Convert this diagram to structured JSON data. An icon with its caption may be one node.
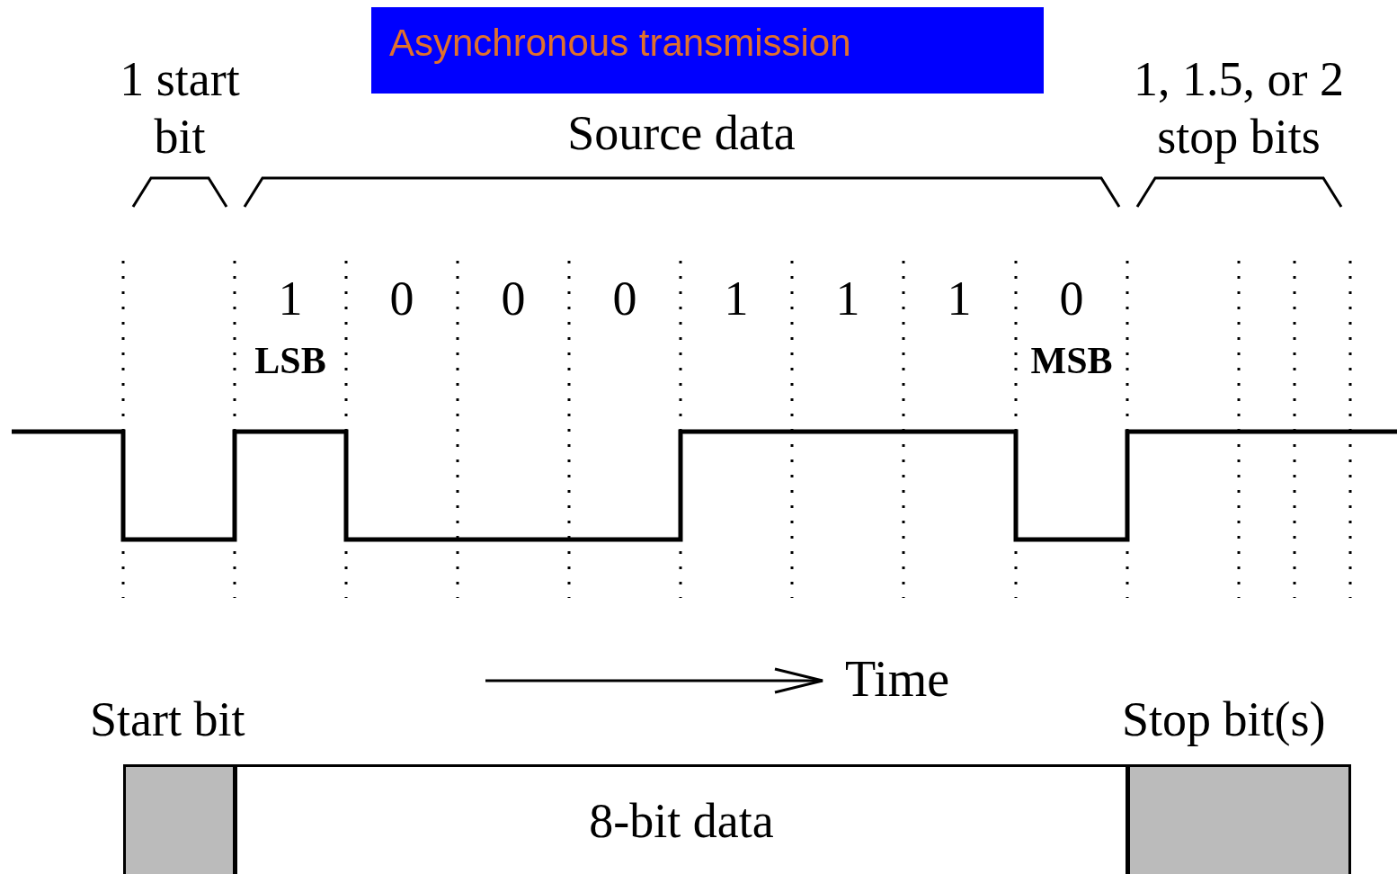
{
  "diagram": {
    "title": "Asynchronous transmission",
    "nodes": [
      {
        "text": [],
        "shape": "box"
      },
      {
        "text": [
          "8-bit data"
        ]
      },
      {
        "text": [],
        "shape": "box"
      }
    ],
    "edges": [],
    "labels": [
      "1 start bit",
      "Source data",
      "1, 1.5, or 2 stop bits",
      "1",
      "0",
      "0",
      "0",
      "1",
      "1",
      "1",
      "0",
      "LSB",
      "MSB",
      "Time",
      "Start bit",
      "Stop bit(s)"
    ]
  }
}
